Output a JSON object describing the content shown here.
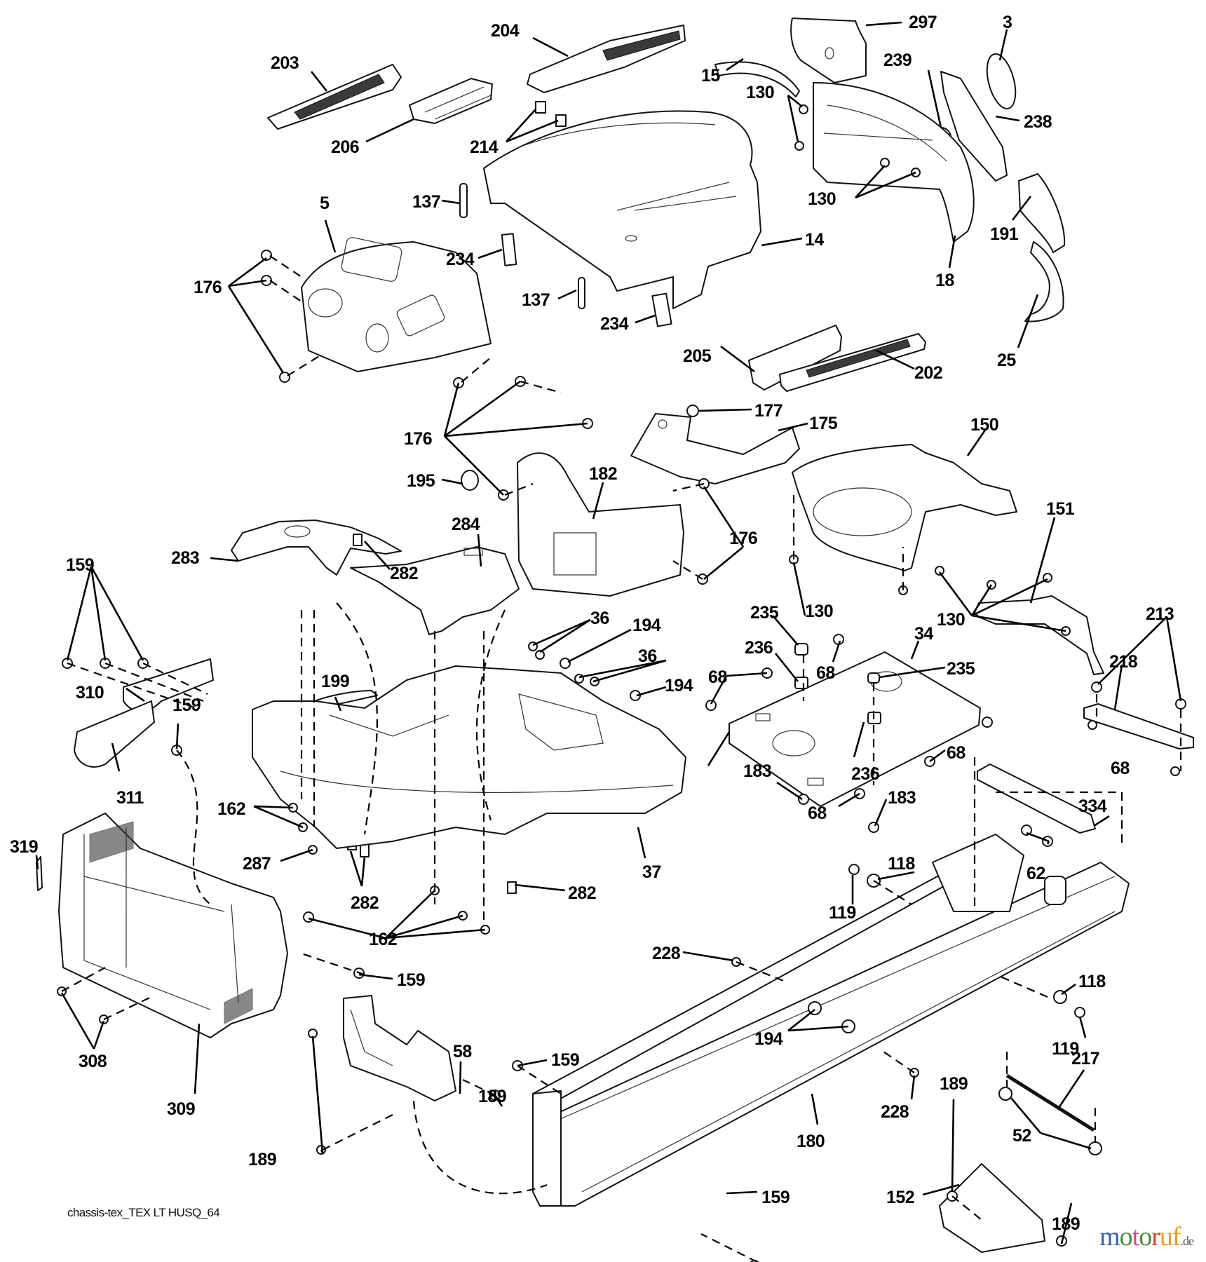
{
  "diagram": {
    "title": "chassis-tex_TEX LT HUSQ_64",
    "type": "exploded-parts-diagram",
    "subject": "Ride-on mower chassis, hood and body parts"
  },
  "callouts": [
    {
      "id": "c203",
      "label": "203"
    },
    {
      "id": "c204",
      "label": "204"
    },
    {
      "id": "c206",
      "label": "206"
    },
    {
      "id": "c214",
      "label": "214"
    },
    {
      "id": "c297",
      "label": "297"
    },
    {
      "id": "c3",
      "label": "3"
    },
    {
      "id": "c15",
      "label": "15"
    },
    {
      "id": "c239",
      "label": "239"
    },
    {
      "id": "c130a",
      "label": "130"
    },
    {
      "id": "c238",
      "label": "238"
    },
    {
      "id": "c130b",
      "label": "130"
    },
    {
      "id": "c137a",
      "label": "137"
    },
    {
      "id": "c5",
      "label": "5"
    },
    {
      "id": "c176a",
      "label": "176"
    },
    {
      "id": "c234a",
      "label": "234"
    },
    {
      "id": "c14",
      "label": "14"
    },
    {
      "id": "c191",
      "label": "191"
    },
    {
      "id": "c18",
      "label": "18"
    },
    {
      "id": "c137b",
      "label": "137"
    },
    {
      "id": "c234b",
      "label": "234"
    },
    {
      "id": "c205",
      "label": "205"
    },
    {
      "id": "c202",
      "label": "202"
    },
    {
      "id": "c25",
      "label": "25"
    },
    {
      "id": "c177",
      "label": "177"
    },
    {
      "id": "c175",
      "label": "175"
    },
    {
      "id": "c150",
      "label": "150"
    },
    {
      "id": "c176b",
      "label": "176"
    },
    {
      "id": "c195",
      "label": "195"
    },
    {
      "id": "c182",
      "label": "182"
    },
    {
      "id": "c284",
      "label": "284"
    },
    {
      "id": "c151",
      "label": "151"
    },
    {
      "id": "c283",
      "label": "283"
    },
    {
      "id": "c282a",
      "label": "282"
    },
    {
      "id": "c176c",
      "label": "176"
    },
    {
      "id": "c159a",
      "label": "159"
    },
    {
      "id": "c130c",
      "label": "130"
    },
    {
      "id": "c130d",
      "label": "130"
    },
    {
      "id": "c36a",
      "label": "36"
    },
    {
      "id": "c194a",
      "label": "194"
    },
    {
      "id": "c235a",
      "label": "235"
    },
    {
      "id": "c213",
      "label": "213"
    },
    {
      "id": "c236a",
      "label": "236"
    },
    {
      "id": "c68a",
      "label": "68"
    },
    {
      "id": "c34",
      "label": "34"
    },
    {
      "id": "c199",
      "label": "199"
    },
    {
      "id": "c36b",
      "label": "36"
    },
    {
      "id": "c235b",
      "label": "235"
    },
    {
      "id": "c218",
      "label": "218"
    },
    {
      "id": "c68b",
      "label": "68"
    },
    {
      "id": "c194b",
      "label": "194"
    },
    {
      "id": "c310",
      "label": "310"
    },
    {
      "id": "c159b",
      "label": "159"
    },
    {
      "id": "c68c",
      "label": "68"
    },
    {
      "id": "c236b",
      "label": "236"
    },
    {
      "id": "c68d",
      "label": "68"
    },
    {
      "id": "c311",
      "label": "311"
    },
    {
      "id": "c183a",
      "label": "183"
    },
    {
      "id": "c183b",
      "label": "183"
    },
    {
      "id": "c68e",
      "label": "68"
    },
    {
      "id": "c334",
      "label": "334"
    },
    {
      "id": "c162a",
      "label": "162"
    },
    {
      "id": "c319",
      "label": "319"
    },
    {
      "id": "c287",
      "label": "287"
    },
    {
      "id": "c37",
      "label": "37"
    },
    {
      "id": "c62",
      "label": "62"
    },
    {
      "id": "c118a",
      "label": "118"
    },
    {
      "id": "c282b",
      "label": "282"
    },
    {
      "id": "c119a",
      "label": "119"
    },
    {
      "id": "c282c",
      "label": "282"
    },
    {
      "id": "c162b",
      "label": "162"
    },
    {
      "id": "c228a",
      "label": "228"
    },
    {
      "id": "c159c",
      "label": "159"
    },
    {
      "id": "c118b",
      "label": "118"
    },
    {
      "id": "c119b",
      "label": "119"
    },
    {
      "id": "c308",
      "label": "308"
    },
    {
      "id": "c194c",
      "label": "194"
    },
    {
      "id": "c58",
      "label": "58"
    },
    {
      "id": "c159d",
      "label": "159"
    },
    {
      "id": "c217",
      "label": "217"
    },
    {
      "id": "c189a",
      "label": "189"
    },
    {
      "id": "c228b",
      "label": "228"
    },
    {
      "id": "c309",
      "label": "309"
    },
    {
      "id": "c189b",
      "label": "189"
    },
    {
      "id": "c189c",
      "label": "189"
    },
    {
      "id": "c52",
      "label": "52"
    },
    {
      "id": "c180",
      "label": "180"
    },
    {
      "id": "c159e",
      "label": "159"
    },
    {
      "id": "c152",
      "label": "152"
    },
    {
      "id": "c189d",
      "label": "189"
    }
  ],
  "watermark": {
    "letters": [
      "m",
      "o",
      "t",
      "o",
      "r",
      "u",
      "f"
    ],
    "colors": [
      "#3b5fa8",
      "#4a8a3c",
      "#d04a8a",
      "#4a8a3c",
      "#d0452a",
      "#e8a020",
      "#e8a020"
    ],
    "tld": ".de"
  }
}
